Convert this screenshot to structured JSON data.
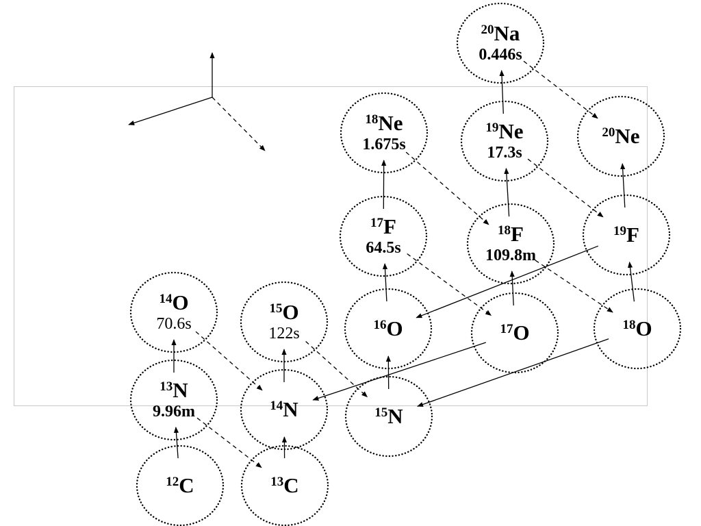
{
  "diagram": {
    "nuclides": [
      {
        "id": "Na20",
        "mass": "20",
        "symbol": "Na",
        "halflife": "0.446s",
        "hl_weight": "bold"
      },
      {
        "id": "Ne18",
        "mass": "18",
        "symbol": "Ne",
        "halflife": "1.675s",
        "hl_weight": "bold"
      },
      {
        "id": "Ne19",
        "mass": "19",
        "symbol": "Ne",
        "halflife": "17.3s",
        "hl_weight": "bold"
      },
      {
        "id": "Ne20",
        "mass": "20",
        "symbol": "Ne",
        "halflife": "",
        "hl_weight": "bold"
      },
      {
        "id": "F17",
        "mass": "17",
        "symbol": "F",
        "halflife": "64.5s",
        "hl_weight": "bold"
      },
      {
        "id": "F18",
        "mass": "18",
        "symbol": "F",
        "halflife": "109.8m",
        "hl_weight": "bold"
      },
      {
        "id": "F19",
        "mass": "19",
        "symbol": "F",
        "halflife": "",
        "hl_weight": "bold"
      },
      {
        "id": "O14",
        "mass": "14",
        "symbol": "O",
        "halflife": "70.6s",
        "hl_weight": "plain"
      },
      {
        "id": "O15",
        "mass": "15",
        "symbol": "O",
        "halflife": "122s",
        "hl_weight": "plain"
      },
      {
        "id": "O16",
        "mass": "16",
        "symbol": "O",
        "halflife": "",
        "hl_weight": "bold"
      },
      {
        "id": "O17",
        "mass": "17",
        "symbol": "O",
        "halflife": "",
        "hl_weight": "bold"
      },
      {
        "id": "O18",
        "mass": "18",
        "symbol": "O",
        "halflife": "",
        "hl_weight": "bold"
      },
      {
        "id": "N13",
        "mass": "13",
        "symbol": "N",
        "halflife": "9.96m",
        "hl_weight": "bold"
      },
      {
        "id": "N14",
        "mass": "14",
        "symbol": "N",
        "halflife": "",
        "hl_weight": "bold"
      },
      {
        "id": "N15",
        "mass": "15",
        "symbol": "N",
        "halflife": "",
        "hl_weight": "bold"
      },
      {
        "id": "C12",
        "mass": "12",
        "symbol": "C",
        "halflife": "",
        "hl_weight": "bold"
      },
      {
        "id": "C13",
        "mass": "13",
        "symbol": "C",
        "halflife": "",
        "hl_weight": "bold"
      }
    ],
    "arrows": [
      {
        "from": "Ne19",
        "to": "Na20",
        "style": "solid"
      },
      {
        "from": "Na20",
        "to": "Ne20",
        "style": "dashed"
      },
      {
        "from": "F17",
        "to": "Ne18",
        "style": "solid"
      },
      {
        "from": "Ne18",
        "to": "F18",
        "style": "dashed"
      },
      {
        "from": "F18",
        "to": "Ne19",
        "style": "solid"
      },
      {
        "from": "Ne19",
        "to": "F19",
        "style": "dashed"
      },
      {
        "from": "F19",
        "to": "Ne20",
        "style": "solid"
      },
      {
        "from": "O16",
        "to": "F17",
        "style": "solid"
      },
      {
        "from": "F17",
        "to": "O17",
        "style": "dashed"
      },
      {
        "from": "O17",
        "to": "F18",
        "style": "solid"
      },
      {
        "from": "F18",
        "to": "O18",
        "style": "dashed"
      },
      {
        "from": "O18",
        "to": "F19",
        "style": "solid"
      },
      {
        "from": "F19",
        "to": "O16",
        "style": "solid"
      },
      {
        "from": "O17",
        "to": "N14",
        "style": "solid"
      },
      {
        "from": "O18",
        "to": "N15",
        "style": "solid"
      },
      {
        "from": "N15",
        "to": "O16",
        "style": "solid"
      },
      {
        "from": "N14",
        "to": "O15",
        "style": "solid"
      },
      {
        "from": "O15",
        "to": "N15",
        "style": "dashed"
      },
      {
        "from": "N13",
        "to": "O14",
        "style": "solid"
      },
      {
        "from": "O14",
        "to": "N14",
        "style": "dashed"
      },
      {
        "from": "C12",
        "to": "N13",
        "style": "solid"
      },
      {
        "from": "N13",
        "to": "C13",
        "style": "dashed"
      },
      {
        "from": "C13",
        "to": "N14",
        "style": "solid"
      }
    ],
    "legend_axes": [
      {
        "style": "solid"
      },
      {
        "style": "solid"
      },
      {
        "style": "dashed"
      }
    ]
  }
}
